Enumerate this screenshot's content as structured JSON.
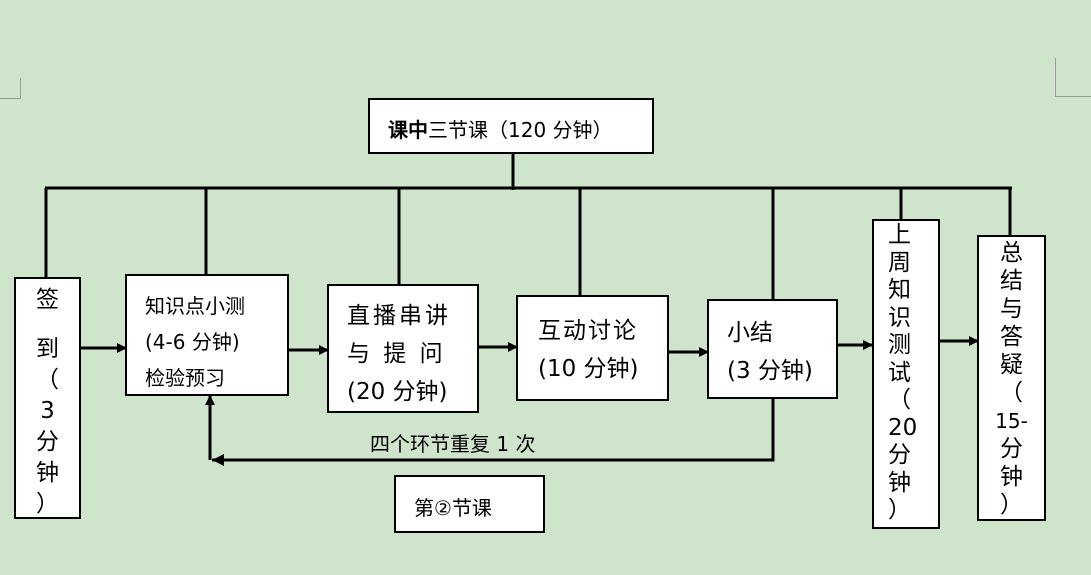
{
  "title": {
    "bold": "课中",
    "rest": "三节课（120 分钟）"
  },
  "boxes": {
    "signin": {
      "chars": [
        "签",
        "到",
        "（",
        "3",
        "分",
        "钟",
        "）"
      ]
    },
    "quiz": {
      "line1": "知识点小测",
      "line2": "(4-6 分钟)",
      "line3": "检验预习"
    },
    "live": {
      "line1": "直播串讲",
      "line2": "与 提 问",
      "line3": "(20 分钟)"
    },
    "discuss": {
      "line1": "互动讨论",
      "line2": "(10 分钟)"
    },
    "summary": {
      "line1": "小结",
      "line2": "(3 分钟)"
    },
    "weektest": {
      "chars": [
        "上",
        "周",
        "知",
        "识",
        "测",
        "试",
        "（",
        "20",
        "分",
        "钟",
        "）"
      ]
    },
    "qa": {
      "chars": [
        "总",
        "结",
        "与",
        "答",
        "疑",
        "（",
        "15-",
        "分",
        "钟",
        "）"
      ]
    }
  },
  "loop_label": "四个环节重复 1 次",
  "session_label": {
    "prefix": "第",
    "num": "②",
    "suffix": "节课"
  },
  "colors": {
    "background": "#cfe5cb",
    "box_fill": "#ffffff",
    "line": "#000000"
  }
}
